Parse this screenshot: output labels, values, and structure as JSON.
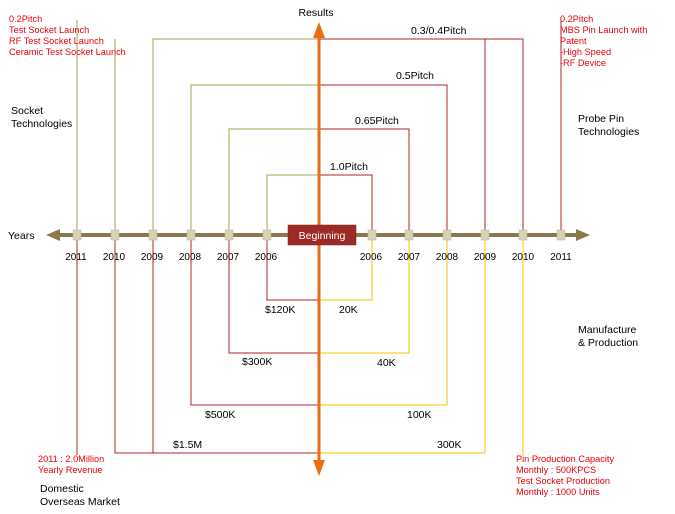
{
  "header": {
    "results_label": "Results",
    "years_label": "Years",
    "beginning_label": "Beginning"
  },
  "left_years": [
    "2011",
    "2010",
    "2009",
    "2008",
    "2007",
    "2006"
  ],
  "right_years": [
    "2006",
    "2007",
    "2008",
    "2009",
    "2010",
    "2011"
  ],
  "pitches": [
    "1.0Pitch",
    "0.65Pitch",
    "0.5Pitch",
    "0.3/0.4Pitch"
  ],
  "left_amounts": [
    "$120K",
    "$300K",
    "$500K",
    "$1.5M"
  ],
  "right_amounts": [
    "20K",
    "40K",
    "100K",
    "300K"
  ],
  "quadrants": {
    "top_left": "Socket Technologies",
    "top_right": "Probe Pin Technologies",
    "bottom_left": "Domestic Overseas Market",
    "bottom_right": "Manufacture & Production"
  },
  "notes": {
    "top_left": [
      "0.2Pitch",
      "Test Socket Launch",
      "RF Test Socket Launch",
      "Ceramic Test Socket Launch"
    ],
    "top_right": [
      "0.2Pitch",
      "MBS Pin Launch  with",
      "Patent",
      "-High Speed",
      "-RF Device"
    ],
    "bottom_left": [
      "2011 : 2.0Million",
      "Yearly Revenue"
    ],
    "bottom_right": [
      "Pin Production Capacity",
      "Monthly : 500KPCS",
      "Test Socket Production",
      "Monthly : 1000 Units"
    ]
  },
  "colors": {
    "olive": "#a4a04e",
    "dark_red": "#b3242a",
    "yellow": "#f5c400",
    "red_text": "#e8000b",
    "orange_axis": "#e96e12",
    "years_axis": "#8c7a4c",
    "beginning_fill": "#9c2b27"
  },
  "icons": [
    "arrow-up-icon",
    "arrow-down-icon",
    "arrow-left-icon",
    "arrow-right-icon"
  ]
}
